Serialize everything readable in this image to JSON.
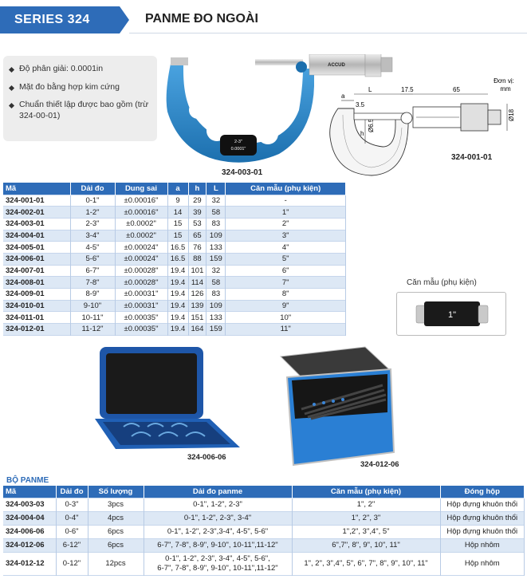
{
  "header": {
    "series": "SERIES 324",
    "title": "PANME ĐO NGOÀI"
  },
  "features": [
    "Độ phân giải: 0.0001in",
    "Mặt đo bằng hợp kim cứng",
    "Chuẩn thiết lập được bao gồm (trừ 324-00-01)"
  ],
  "product_image": {
    "caption": "324-003-01",
    "frame_label_1": "2-3\"",
    "frame_label_2": "0.0001\"",
    "brand": "ACCUD"
  },
  "drawing": {
    "unit_label": "Đơn vị:",
    "unit_value": "mm",
    "dim_a": "a",
    "dim_L": "L",
    "dim_175": "17.5",
    "dim_65": "65",
    "dim_35": "3.5",
    "dim_h": "h",
    "dim_d65": "Ø6.5",
    "dim_d18": "Ø18",
    "caption": "324-001-01"
  },
  "spec_table": {
    "headers": [
      "Mã",
      "Dải đo",
      "Dung sai",
      "a",
      "h",
      "L",
      "Căn mẫu (phụ kiện)"
    ],
    "rows": [
      [
        "324-001-01",
        "0-1\"",
        "±0.00016\"",
        "9",
        "29",
        "32",
        "-"
      ],
      [
        "324-002-01",
        "1-2\"",
        "±0.00016\"",
        "14",
        "39",
        "58",
        "1\""
      ],
      [
        "324-003-01",
        "2-3\"",
        "±0.0002\"",
        "15",
        "53",
        "83",
        "2\""
      ],
      [
        "324-004-01",
        "3-4\"",
        "±0.0002\"",
        "15",
        "65",
        "109",
        "3\""
      ],
      [
        "324-005-01",
        "4-5\"",
        "±0.00024\"",
        "16.5",
        "76",
        "133",
        "4\""
      ],
      [
        "324-006-01",
        "5-6\"",
        "±0.00024\"",
        "16.5",
        "88",
        "159",
        "5\""
      ],
      [
        "324-007-01",
        "6-7\"",
        "±0.00028\"",
        "19.4",
        "101",
        "32",
        "6\""
      ],
      [
        "324-008-01",
        "7-8\"",
        "±0.00028\"",
        "19.4",
        "114",
        "58",
        "7\""
      ],
      [
        "324-009-01",
        "8-9\"",
        "±0.00031\"",
        "19.4",
        "126",
        "83",
        "8\""
      ],
      [
        "324-010-01",
        "9-10\"",
        "±0.00031\"",
        "19.4",
        "139",
        "109",
        "9\""
      ],
      [
        "324-011-01",
        "10-11\"",
        "±0.00035\"",
        "19.4",
        "151",
        "133",
        "10\""
      ],
      [
        "324-012-01",
        "11-12\"",
        "±0.00035\"",
        "19.4",
        "164",
        "159",
        "11\""
      ]
    ]
  },
  "gauge": {
    "title": "Căn mẫu (phụ kiện)",
    "label": "1\""
  },
  "case_images": {
    "case1_caption": "324-006-06",
    "case2_caption": "324-012-06"
  },
  "set_section": {
    "title": "BỘ PANME",
    "headers": [
      "Mã",
      "Dải đo",
      "Số lượng",
      "Dải đo panme",
      "Căn mẫu (phụ kiện)",
      "Đóng hộp"
    ],
    "rows": [
      [
        "324-003-03",
        "0-3\"",
        "3pcs",
        "0-1\", 1-2\", 2-3\"",
        "1\", 2\"",
        "Hộp đựng khuôn thổi"
      ],
      [
        "324-004-04",
        "0-4\"",
        "4pcs",
        "0-1\", 1-2\", 2-3\", 3-4\"",
        "1\", 2\", 3\"",
        "Hộp đựng khuôn thổi"
      ],
      [
        "324-006-06",
        "0-6\"",
        "6pcs",
        "0-1\", 1-2\", 2-3\",3-4\", 4-5\", 5-6\"",
        "1\",2\", 3\",4\", 5\"",
        "Hộp đựng khuôn thổi"
      ],
      [
        "324-012-06",
        "6-12\"",
        "6pcs",
        "6-7\", 7-8\", 8-9\", 9-10\", 10-11\",11-12\"",
        "6\",7\", 8\", 9\", 10\", 11\"",
        "Hộp nhôm"
      ],
      [
        "324-012-12",
        "0-12\"",
        "12pcs",
        "0-1\", 1-2\", 2-3\", 3-4\", 4-5\", 5-6\",\n6-7\", 7-8\", 8-9\", 9-10\", 10-11\",11-12\"",
        "1\", 2\", 3\",4\", 5\", 6\", 7\", 8\", 9\", 10\", 11\"",
        "Hộp nhôm"
      ]
    ]
  }
}
